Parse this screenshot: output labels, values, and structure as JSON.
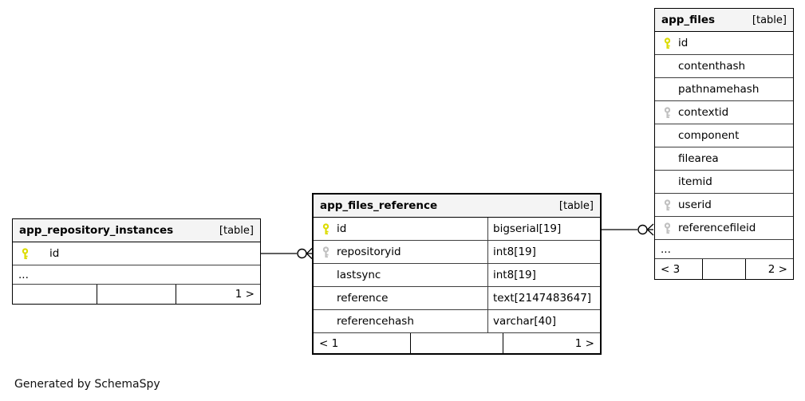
{
  "page": {
    "credit": "Generated by SchemaSpy"
  },
  "colors": {
    "header_bg": "#f4f4f4",
    "border": "#000000",
    "grid_line": "#3f3f3f",
    "primary_key_icon": "#dcdc00",
    "foreign_key_icon": "#c0c0c0"
  },
  "tables": [
    {
      "name": "app_repository_instances",
      "tag": "[table]",
      "rows": [
        {
          "icon": "primary-key",
          "name": "id"
        }
      ],
      "ellipsis": "...",
      "footer": {
        "left": "",
        "middle": "",
        "right": "1 >"
      }
    },
    {
      "name": "app_files_reference",
      "tag": "[table]",
      "rows": [
        {
          "icon": "primary-key",
          "name": "id",
          "type": "bigserial[19]"
        },
        {
          "icon": "foreign-key",
          "name": "repositoryid",
          "type": "int8[19]"
        },
        {
          "icon": "",
          "name": "lastsync",
          "type": "int8[19]"
        },
        {
          "icon": "",
          "name": "reference",
          "type": "text[2147483647]"
        },
        {
          "icon": "",
          "name": "referencehash",
          "type": "varchar[40]"
        }
      ],
      "footer": {
        "left": "< 1",
        "middle": "",
        "right": "1 >"
      }
    },
    {
      "name": "app_files",
      "tag": "[table]",
      "rows": [
        {
          "icon": "primary-key",
          "name": "id"
        },
        {
          "icon": "",
          "name": "contenthash"
        },
        {
          "icon": "",
          "name": "pathnamehash"
        },
        {
          "icon": "foreign-key",
          "name": "contextid"
        },
        {
          "icon": "",
          "name": "component"
        },
        {
          "icon": "",
          "name": "filearea"
        },
        {
          "icon": "",
          "name": "itemid"
        },
        {
          "icon": "foreign-key",
          "name": "userid"
        },
        {
          "icon": "foreign-key",
          "name": "referencefileid"
        }
      ],
      "ellipsis": "...",
      "footer": {
        "left": "< 3",
        "middle": "",
        "right": "2 >"
      }
    }
  ]
}
